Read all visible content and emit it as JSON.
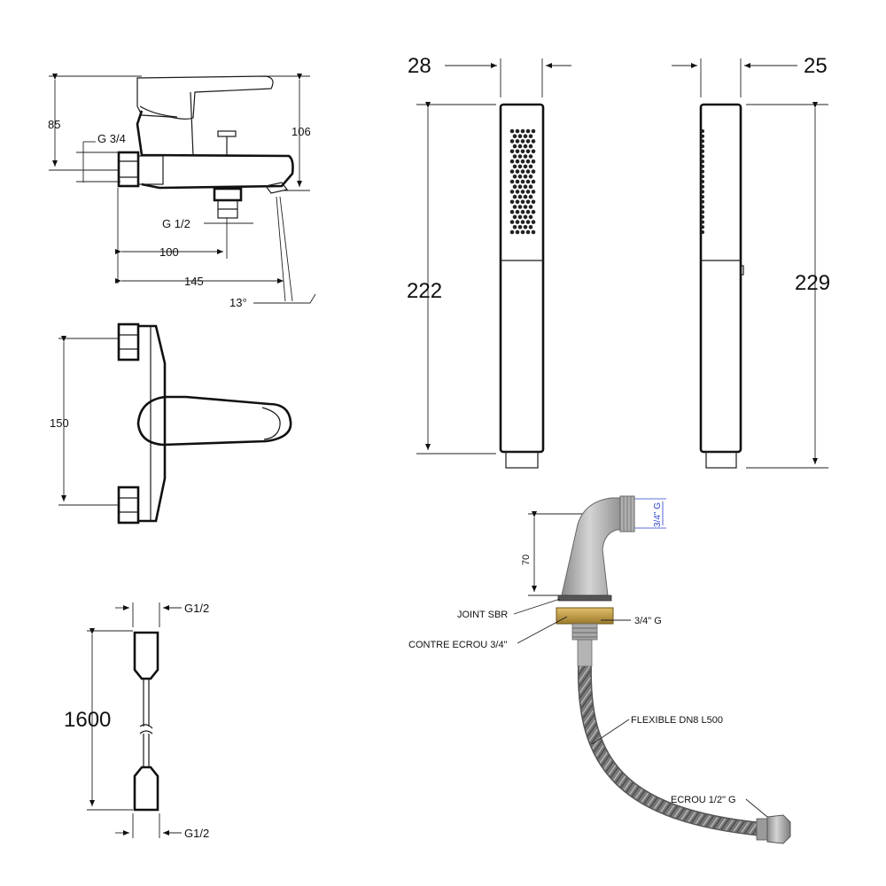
{
  "mixer": {
    "label_85": "85",
    "label_106": "106",
    "label_g34": "G 3/4",
    "label_g12": "G 1/2",
    "label_100": "100",
    "label_145": "145",
    "label_13deg": "13°",
    "label_150": "150"
  },
  "handshower": {
    "label_28": "28",
    "label_25": "25",
    "label_222": "222",
    "label_229": "229"
  },
  "hose": {
    "label_g12_top": "G1/2",
    "label_1600": "1600",
    "label_g12_bottom": "G1/2"
  },
  "outlet": {
    "label_34g_blue": "3/4\" G",
    "label_70": "70",
    "label_joint": "JOINT SBR",
    "label_34g": "3/4\" G",
    "label_contre": "CONTRE ECROU 3/4\"",
    "label_flexible": "FLEXIBLE DN8 L500",
    "label_ecrou": "ECROU 1/2\" G"
  },
  "colors": {
    "line": "#1a1a1a",
    "brass": "#c8a04a",
    "metal": "#9a9a9a",
    "dim_blue": "#2a3fd0"
  }
}
